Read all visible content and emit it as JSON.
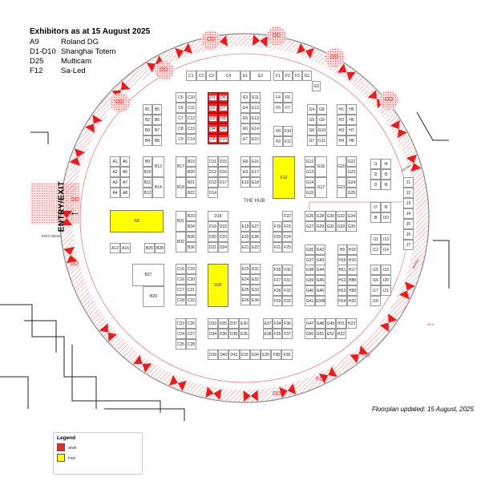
{
  "header": {
    "title": "Exhibitors as at 15 August 2025",
    "exhibitors": [
      {
        "stand": "A9",
        "name": "Roland DG"
      },
      {
        "stand": "D1-D10",
        "name": "Shanghai Totem"
      },
      {
        "stand": "D25",
        "name": "Multicam"
      },
      {
        "stand": "F12",
        "name": "Sa-Led"
      }
    ]
  },
  "colors": {
    "shell": "#f0262a",
    "fso": "#ffff00",
    "ring": "#f04040"
  },
  "map": {
    "entry_label": "ENTRY/EXIT",
    "hub_label": "THE HUB",
    "info_desk": "INFO DESK",
    "ring_labels": [
      "DD",
      "DD",
      "CD",
      "DD",
      "DD",
      "DD",
      "DD",
      "DD",
      "FD",
      "FD",
      "DD"
    ],
    "side_labels": [
      "ENTRY",
      "ENTRY",
      "SCU"
    ]
  },
  "booths": [
    {
      "id": "C1"
    },
    {
      "id": "C2"
    },
    {
      "id": "C3"
    },
    {
      "id": "C4"
    },
    {
      "id": "E1"
    },
    {
      "id": "E2"
    },
    {
      "id": "F1"
    },
    {
      "id": "F2"
    },
    {
      "id": "F3"
    },
    {
      "id": "G1"
    },
    {
      "id": "G3"
    },
    {
      "id": "B1"
    },
    {
      "id": "B2"
    },
    {
      "id": "B3"
    },
    {
      "id": "B4"
    },
    {
      "id": "B5"
    },
    {
      "id": "B6"
    },
    {
      "id": "B7"
    },
    {
      "id": "B8"
    },
    {
      "id": "C5"
    },
    {
      "id": "C6"
    },
    {
      "id": "C7"
    },
    {
      "id": "C8"
    },
    {
      "id": "C9"
    },
    {
      "id": "C10"
    },
    {
      "id": "C11"
    },
    {
      "id": "C12"
    },
    {
      "id": "C13"
    },
    {
      "id": "C14"
    },
    {
      "id": "D1",
      "fill": "shell"
    },
    {
      "id": "D2",
      "fill": "shell"
    },
    {
      "id": "D3",
      "fill": "shell"
    },
    {
      "id": "D4",
      "fill": "shell"
    },
    {
      "id": "D5",
      "fill": "shell"
    },
    {
      "id": "D6",
      "fill": "shell"
    },
    {
      "id": "D7",
      "fill": "shell"
    },
    {
      "id": "D8",
      "fill": "shell"
    },
    {
      "id": "D9",
      "fill": "shell"
    },
    {
      "id": "D10",
      "fill": "shell"
    },
    {
      "id": "E3"
    },
    {
      "id": "E4"
    },
    {
      "id": "E5"
    },
    {
      "id": "E6"
    },
    {
      "id": "E7"
    },
    {
      "id": "E11"
    },
    {
      "id": "E12"
    },
    {
      "id": "E13"
    },
    {
      "id": "E14"
    },
    {
      "id": "E15"
    },
    {
      "id": "F4"
    },
    {
      "id": "F5"
    },
    {
      "id": "F6"
    },
    {
      "id": "F7"
    },
    {
      "id": "F8"
    },
    {
      "id": "F9"
    },
    {
      "id": "F10"
    },
    {
      "id": "F11"
    },
    {
      "id": "G4"
    },
    {
      "id": "G5"
    },
    {
      "id": "G6"
    },
    {
      "id": "G7"
    },
    {
      "id": "G8"
    },
    {
      "id": "G9"
    },
    {
      "id": "G10"
    },
    {
      "id": "G11"
    },
    {
      "id": "H1"
    },
    {
      "id": "H2"
    },
    {
      "id": "H3"
    },
    {
      "id": "H4"
    },
    {
      "id": "H5"
    },
    {
      "id": "H6"
    },
    {
      "id": "H7"
    },
    {
      "id": "H8"
    },
    {
      "id": "A1"
    },
    {
      "id": "A2"
    },
    {
      "id": "A3"
    },
    {
      "id": "A4"
    },
    {
      "id": "A5"
    },
    {
      "id": "A6"
    },
    {
      "id": "A7"
    },
    {
      "id": "A8"
    },
    {
      "id": "B9"
    },
    {
      "id": "B10"
    },
    {
      "id": "B11"
    },
    {
      "id": "B12"
    },
    {
      "id": "B13"
    },
    {
      "id": "B14"
    },
    {
      "id": "B17"
    },
    {
      "id": "B18"
    },
    {
      "id": "B19"
    },
    {
      "id": "B20"
    },
    {
      "id": "B21"
    },
    {
      "id": "B22"
    },
    {
      "id": "D11"
    },
    {
      "id": "D12"
    },
    {
      "id": "D13"
    },
    {
      "id": "D14"
    },
    {
      "id": "D15"
    },
    {
      "id": "D16"
    },
    {
      "id": "D17"
    },
    {
      "id": "E8"
    },
    {
      "id": "E9"
    },
    {
      "id": "E10"
    },
    {
      "id": "E16"
    },
    {
      "id": "E17"
    },
    {
      "id": "E18"
    },
    {
      "id": "F12",
      "fill": "fso"
    },
    {
      "id": "G12"
    },
    {
      "id": "G13"
    },
    {
      "id": "G14"
    },
    {
      "id": "G15"
    },
    {
      "id": "G16"
    },
    {
      "id": "G17"
    },
    {
      "id": "G20"
    },
    {
      "id": "G21"
    },
    {
      "id": "G22"
    },
    {
      "id": "G23"
    },
    {
      "id": "G24"
    },
    {
      "id": "G25"
    },
    {
      "id": "I1"
    },
    {
      "id": "I2"
    },
    {
      "id": "I3"
    },
    {
      "id": "I4"
    },
    {
      "id": "I5"
    },
    {
      "id": "I6"
    },
    {
      "id": "I7"
    },
    {
      "id": "I8"
    },
    {
      "id": "I9"
    },
    {
      "id": "I10"
    },
    {
      "id": "I11"
    },
    {
      "id": "I12"
    },
    {
      "id": "I13"
    },
    {
      "id": "I14"
    },
    {
      "id": "J1"
    },
    {
      "id": "J2"
    },
    {
      "id": "J3"
    },
    {
      "id": "J4"
    },
    {
      "id": "J5"
    },
    {
      "id": "J6"
    },
    {
      "id": "J7"
    },
    {
      "id": "A9",
      "fill": "fso"
    },
    {
      "id": "A12"
    },
    {
      "id": "A16"
    },
    {
      "id": "B26"
    },
    {
      "id": "B28"
    },
    {
      "id": "B27"
    },
    {
      "id": "B29"
    },
    {
      "id": "B31"
    },
    {
      "id": "B32"
    },
    {
      "id": "B33"
    },
    {
      "id": "B34"
    },
    {
      "id": "B35"
    },
    {
      "id": "B36"
    },
    {
      "id": "D18"
    },
    {
      "id": "D19"
    },
    {
      "id": "D20"
    },
    {
      "id": "D21"
    },
    {
      "id": "D22"
    },
    {
      "id": "D23"
    },
    {
      "id": "D24"
    },
    {
      "id": "E19"
    },
    {
      "id": "E20"
    },
    {
      "id": "E21"
    },
    {
      "id": "E27"
    },
    {
      "id": "E28"
    },
    {
      "id": "E22"
    },
    {
      "id": "F22"
    },
    {
      "id": "F19"
    },
    {
      "id": "F20"
    },
    {
      "id": "F21"
    },
    {
      "id": "F23"
    },
    {
      "id": "F24"
    },
    {
      "id": "F25"
    },
    {
      "id": "G26"
    },
    {
      "id": "G28"
    },
    {
      "id": "G30"
    },
    {
      "id": "G32"
    },
    {
      "id": "G34"
    },
    {
      "id": "G27"
    },
    {
      "id": "G29"
    },
    {
      "id": "G31"
    },
    {
      "id": "G33"
    },
    {
      "id": "G35"
    },
    {
      "id": "G36"
    },
    {
      "id": "G37"
    },
    {
      "id": "G42"
    },
    {
      "id": "G43"
    },
    {
      "id": "H9"
    },
    {
      "id": "H10"
    },
    {
      "id": "H15"
    },
    {
      "id": "H16"
    },
    {
      "id": "C15"
    },
    {
      "id": "C16"
    },
    {
      "id": "C17"
    },
    {
      "id": "C18"
    },
    {
      "id": "C19"
    },
    {
      "id": "C20"
    },
    {
      "id": "C21"
    },
    {
      "id": "C22"
    },
    {
      "id": "D25",
      "fill": "fso"
    },
    {
      "id": "E23"
    },
    {
      "id": "E24"
    },
    {
      "id": "E25"
    },
    {
      "id": "E26"
    },
    {
      "id": "E31"
    },
    {
      "id": "E32"
    },
    {
      "id": "E33"
    },
    {
      "id": "E34"
    },
    {
      "id": "F26"
    },
    {
      "id": "F27"
    },
    {
      "id": "F28"
    },
    {
      "id": "F29"
    },
    {
      "id": "F30"
    },
    {
      "id": "F31"
    },
    {
      "id": "F32"
    },
    {
      "id": "F33"
    },
    {
      "id": "G38"
    },
    {
      "id": "G39"
    },
    {
      "id": "G40"
    },
    {
      "id": "G41"
    },
    {
      "id": "G44"
    },
    {
      "id": "G45"
    },
    {
      "id": "G46"
    },
    {
      "id": "G346"
    },
    {
      "id": "H11"
    },
    {
      "id": "H12"
    },
    {
      "id": "H13"
    },
    {
      "id": "H14"
    },
    {
      "id": "H17"
    },
    {
      "id": "H88"
    },
    {
      "id": "H99"
    },
    {
      "id": "H20"
    },
    {
      "id": "I15"
    },
    {
      "id": "I16"
    },
    {
      "id": "I17"
    },
    {
      "id": "I18"
    },
    {
      "id": "I19"
    },
    {
      "id": "I20"
    },
    {
      "id": "I21"
    },
    {
      "id": "C23"
    },
    {
      "id": "C24"
    },
    {
      "id": "C25"
    },
    {
      "id": "C26"
    },
    {
      "id": "C27"
    },
    {
      "id": "C28"
    },
    {
      "id": "D33"
    },
    {
      "id": "D34"
    },
    {
      "id": "D35"
    },
    {
      "id": "D36"
    },
    {
      "id": "D37"
    },
    {
      "id": "D38"
    },
    {
      "id": "E30"
    },
    {
      "id": "E36"
    },
    {
      "id": "E37"
    },
    {
      "id": "E38"
    },
    {
      "id": "F34"
    },
    {
      "id": "F35"
    },
    {
      "id": "F36"
    },
    {
      "id": "F37"
    },
    {
      "id": "G47"
    },
    {
      "id": "G48"
    },
    {
      "id": "G49"
    },
    {
      "id": "H21"
    },
    {
      "id": "H23"
    },
    {
      "id": "G50"
    },
    {
      "id": "G51"
    },
    {
      "id": "E52"
    },
    {
      "id": "H22"
    },
    {
      "id": "D39"
    },
    {
      "id": "D40"
    },
    {
      "id": "D41"
    },
    {
      "id": "E33b",
      "label": "E33"
    },
    {
      "id": "E34b",
      "label": "E34"
    },
    {
      "id": "E35"
    },
    {
      "id": "F38"
    },
    {
      "id": "F39"
    }
  ],
  "footer": {
    "updated": "Floorplan updated: 15 August, 2025"
  },
  "legend": {
    "title": "Legend",
    "items": [
      {
        "label": "Shell",
        "color": "#f0262a"
      },
      {
        "label": "FSO",
        "color": "#ffff00"
      }
    ]
  }
}
